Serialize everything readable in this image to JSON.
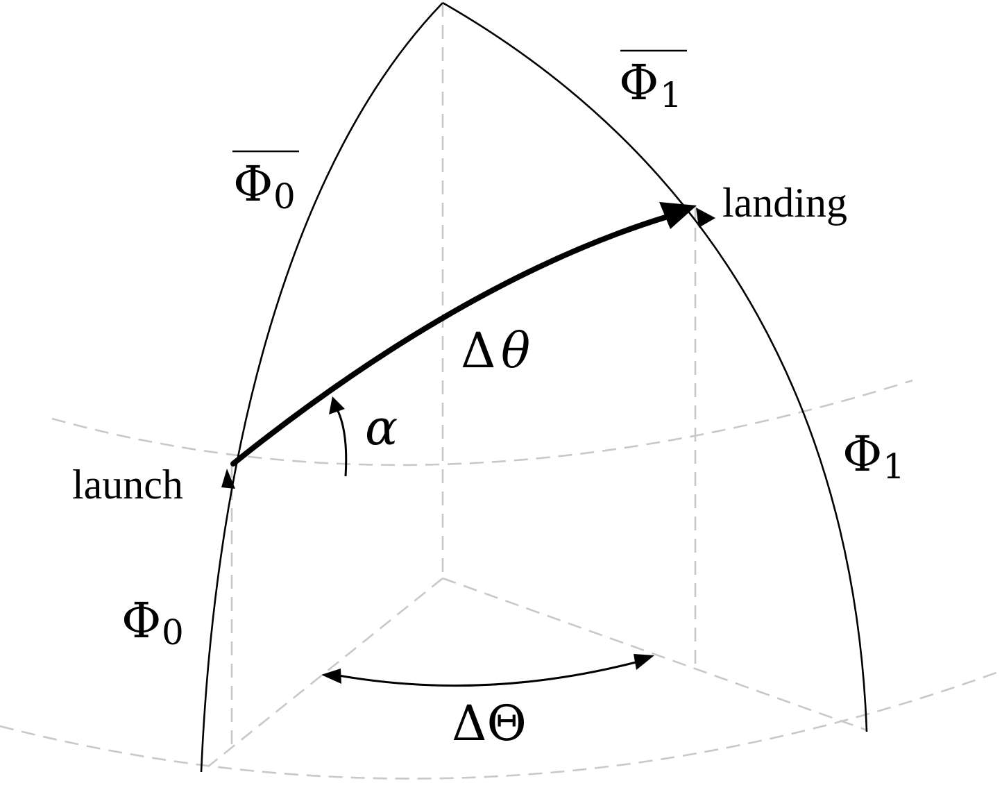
{
  "labels": {
    "phi0_bar_main": "Φ",
    "phi0_bar_sub": "0",
    "phi1_bar_main": "Φ",
    "phi1_bar_sub": "1",
    "phi0_main": "Φ",
    "phi0_sub": "0",
    "phi1_main": "Φ",
    "phi1_sub": "1",
    "launch": "launch",
    "landing": "landing",
    "delta_theta_delta": "Δ",
    "delta_theta_var": "θ",
    "alpha": "α",
    "delta_big_theta": "ΔΘ"
  },
  "colors": {
    "line": "#000000",
    "dashed": "#c8c8c8",
    "background": "#ffffff"
  }
}
